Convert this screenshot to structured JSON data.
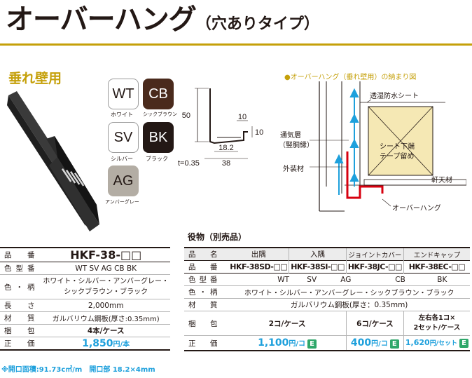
{
  "header": {
    "title": "オーバーハング",
    "subtitle": "（穴ありタイプ）"
  },
  "section_label": "垂れ壁用",
  "colors": {
    "accent_gold": "#c5a00a",
    "price_blue": "#1ea0dc",
    "eco_green": "#2ea76a",
    "diagram_red": "#d7000f",
    "wt": "#ffffff",
    "cb": "#4a2a1c",
    "sv": "#ffffff",
    "bk": "#231815",
    "ag": "#b3ada4"
  },
  "swatches": [
    {
      "code": "WT",
      "name": "ホワイト"
    },
    {
      "code": "CB",
      "name": "シックブラウン"
    },
    {
      "code": "SV",
      "name": "シルバー"
    },
    {
      "code": "BK",
      "name": "ブラック"
    },
    {
      "code": "AG",
      "name": "アンバーグレー"
    }
  ],
  "profile_dims": {
    "height": "50",
    "flange_top": "10",
    "flange_side": "10",
    "inner": "18.2",
    "width": "38",
    "thickness": "t=0.35"
  },
  "install_diagram": {
    "title": "●オーバーハング（垂れ壁用）の納まり図",
    "labels": {
      "sheet": "透湿防水シート",
      "air": "通気層",
      "air_sub": "（竪胴縁）",
      "exterior": "外装材",
      "tape1": "シート下端",
      "tape2": "テープ留め",
      "soffit": "軒天材",
      "product": "オーバーハング"
    }
  },
  "spec": {
    "rows": [
      {
        "k": "品　番",
        "v": "HKF-38-□□"
      },
      {
        "k": "色型番",
        "v": "WT SV AG CB BK"
      },
      {
        "k": "色・柄",
        "v": "ホワイト・シルバー・アンバーグレー・",
        "v2": "シックブラウン・ブラック"
      },
      {
        "k": "長　さ",
        "v": "2,000mm"
      },
      {
        "k": "材　質",
        "v": "ガルバリウム鋼板(厚さ:0.35mm)"
      },
      {
        "k": "梱　包",
        "v": "4本/ケース"
      },
      {
        "k": "正　価",
        "v": "1,850",
        "unit": "円/本"
      }
    ]
  },
  "accessories": {
    "title": "役物（別売品）",
    "columns": [
      "品　名",
      "出隅",
      "入隅",
      "ジョイントカバー",
      "エンドキャップ"
    ],
    "codes_label": "品　番",
    "codes": [
      "HKF-38SD-□□",
      "HKF-38SI-□□",
      "HKF-38JC-□□",
      "HKF-38EC-□□"
    ],
    "color_code_label": "色型番",
    "color_codes": [
      "WT",
      "SV",
      "AG",
      "CB",
      "BK"
    ],
    "color_label": "色・柄",
    "color_value": "ホワイト・シルバー・アンバーグレー・シックブラウン・ブラック",
    "material_label": "材　質",
    "material_value": "ガルバリウム鋼板(厚さ：0.35mm)",
    "pack_label": "梱　包",
    "pack": [
      "2コ/ケース",
      "6コ/ケース",
      "左右各1コ×",
      "2セット/ケース"
    ],
    "price_label": "正　価",
    "prices": [
      {
        "value": "1,100",
        "unit": "円/コ"
      },
      {
        "value": "400",
        "unit": "円/コ"
      },
      {
        "value": "1,620",
        "unit": "円/セット"
      }
    ],
    "badge": "E"
  },
  "footnote": "※開口面積:91.73c㎡/m　開口部 18.2×4mm"
}
